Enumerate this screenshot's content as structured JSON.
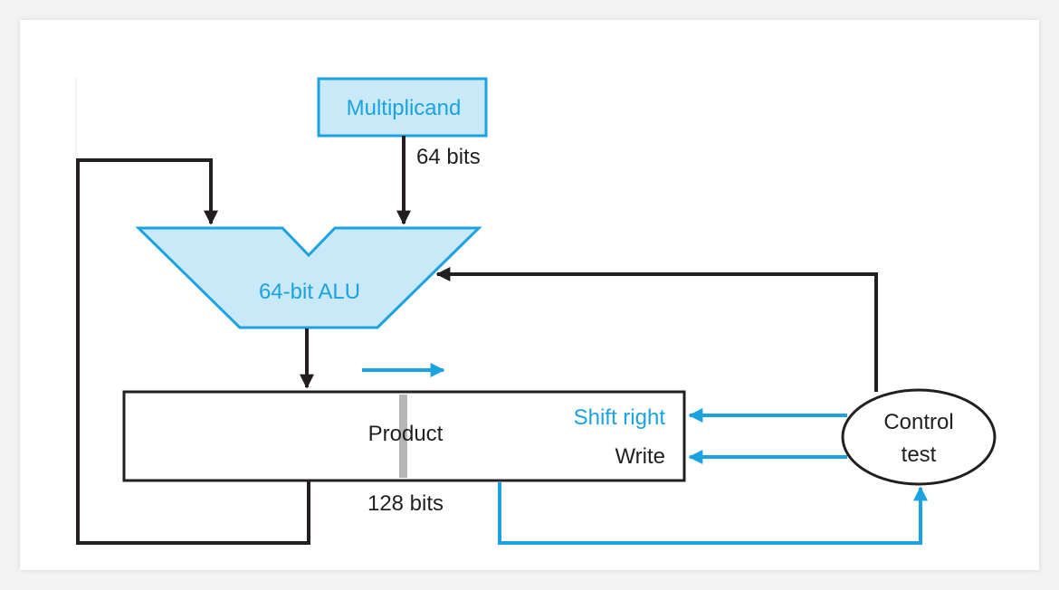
{
  "diagram": {
    "multiplicand_label": "Multiplicand",
    "multiplicand_width_label": "64 bits",
    "alu_label": "64-bit ALU",
    "product_label": "Product",
    "product_width_label": "128 bits",
    "shift_right_label": "Shift right",
    "write_label": "Write",
    "control_label_line1": "Control",
    "control_label_line2": "test"
  },
  "colors": {
    "accent": "#1aa3e0",
    "fill_light": "#c9e9f8",
    "stroke_dark": "#231f20",
    "divider": "#b7b7b7"
  }
}
